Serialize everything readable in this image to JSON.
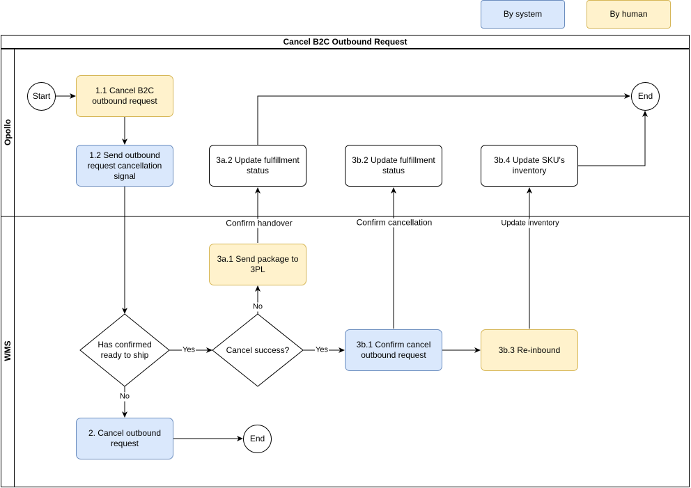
{
  "legend": {
    "system": "By system",
    "human": "By human"
  },
  "pool": {
    "title": "Cancel B2C Outbound Request"
  },
  "lanes": {
    "opollo": "Opollo",
    "wms": "WMS"
  },
  "nodes": {
    "start": "Start",
    "end_top": "End",
    "end_bottom": "End",
    "n1_1": "1.1 Cancel B2C outbound request",
    "n1_2": "1.2 Send outbound request cancellation signal",
    "n3a_2": "3a.2 Update fulfillment status",
    "n3b_2": "3b.2 Update fulfillment status",
    "n3b_4": "3b.4 Update SKU's inventory",
    "n3a_1": "3a.1 Send package to 3PL",
    "d_ready": "Has confirmed ready to ship",
    "d_cancel": "Cancel success?",
    "n3b_1": "3b.1 Confirm cancel outbound request",
    "n3b_3": "3b.3 Re-inbound",
    "n2": "2. Cancel outbound request"
  },
  "edges": {
    "confirm_handover": "Confirm handover",
    "confirm_cancellation": "Confirm cancellation",
    "update_inventory": "Update inventory",
    "yes_ready": "Yes",
    "yes_cancel": "Yes",
    "no_cancel": "No",
    "no_ready": "No"
  }
}
